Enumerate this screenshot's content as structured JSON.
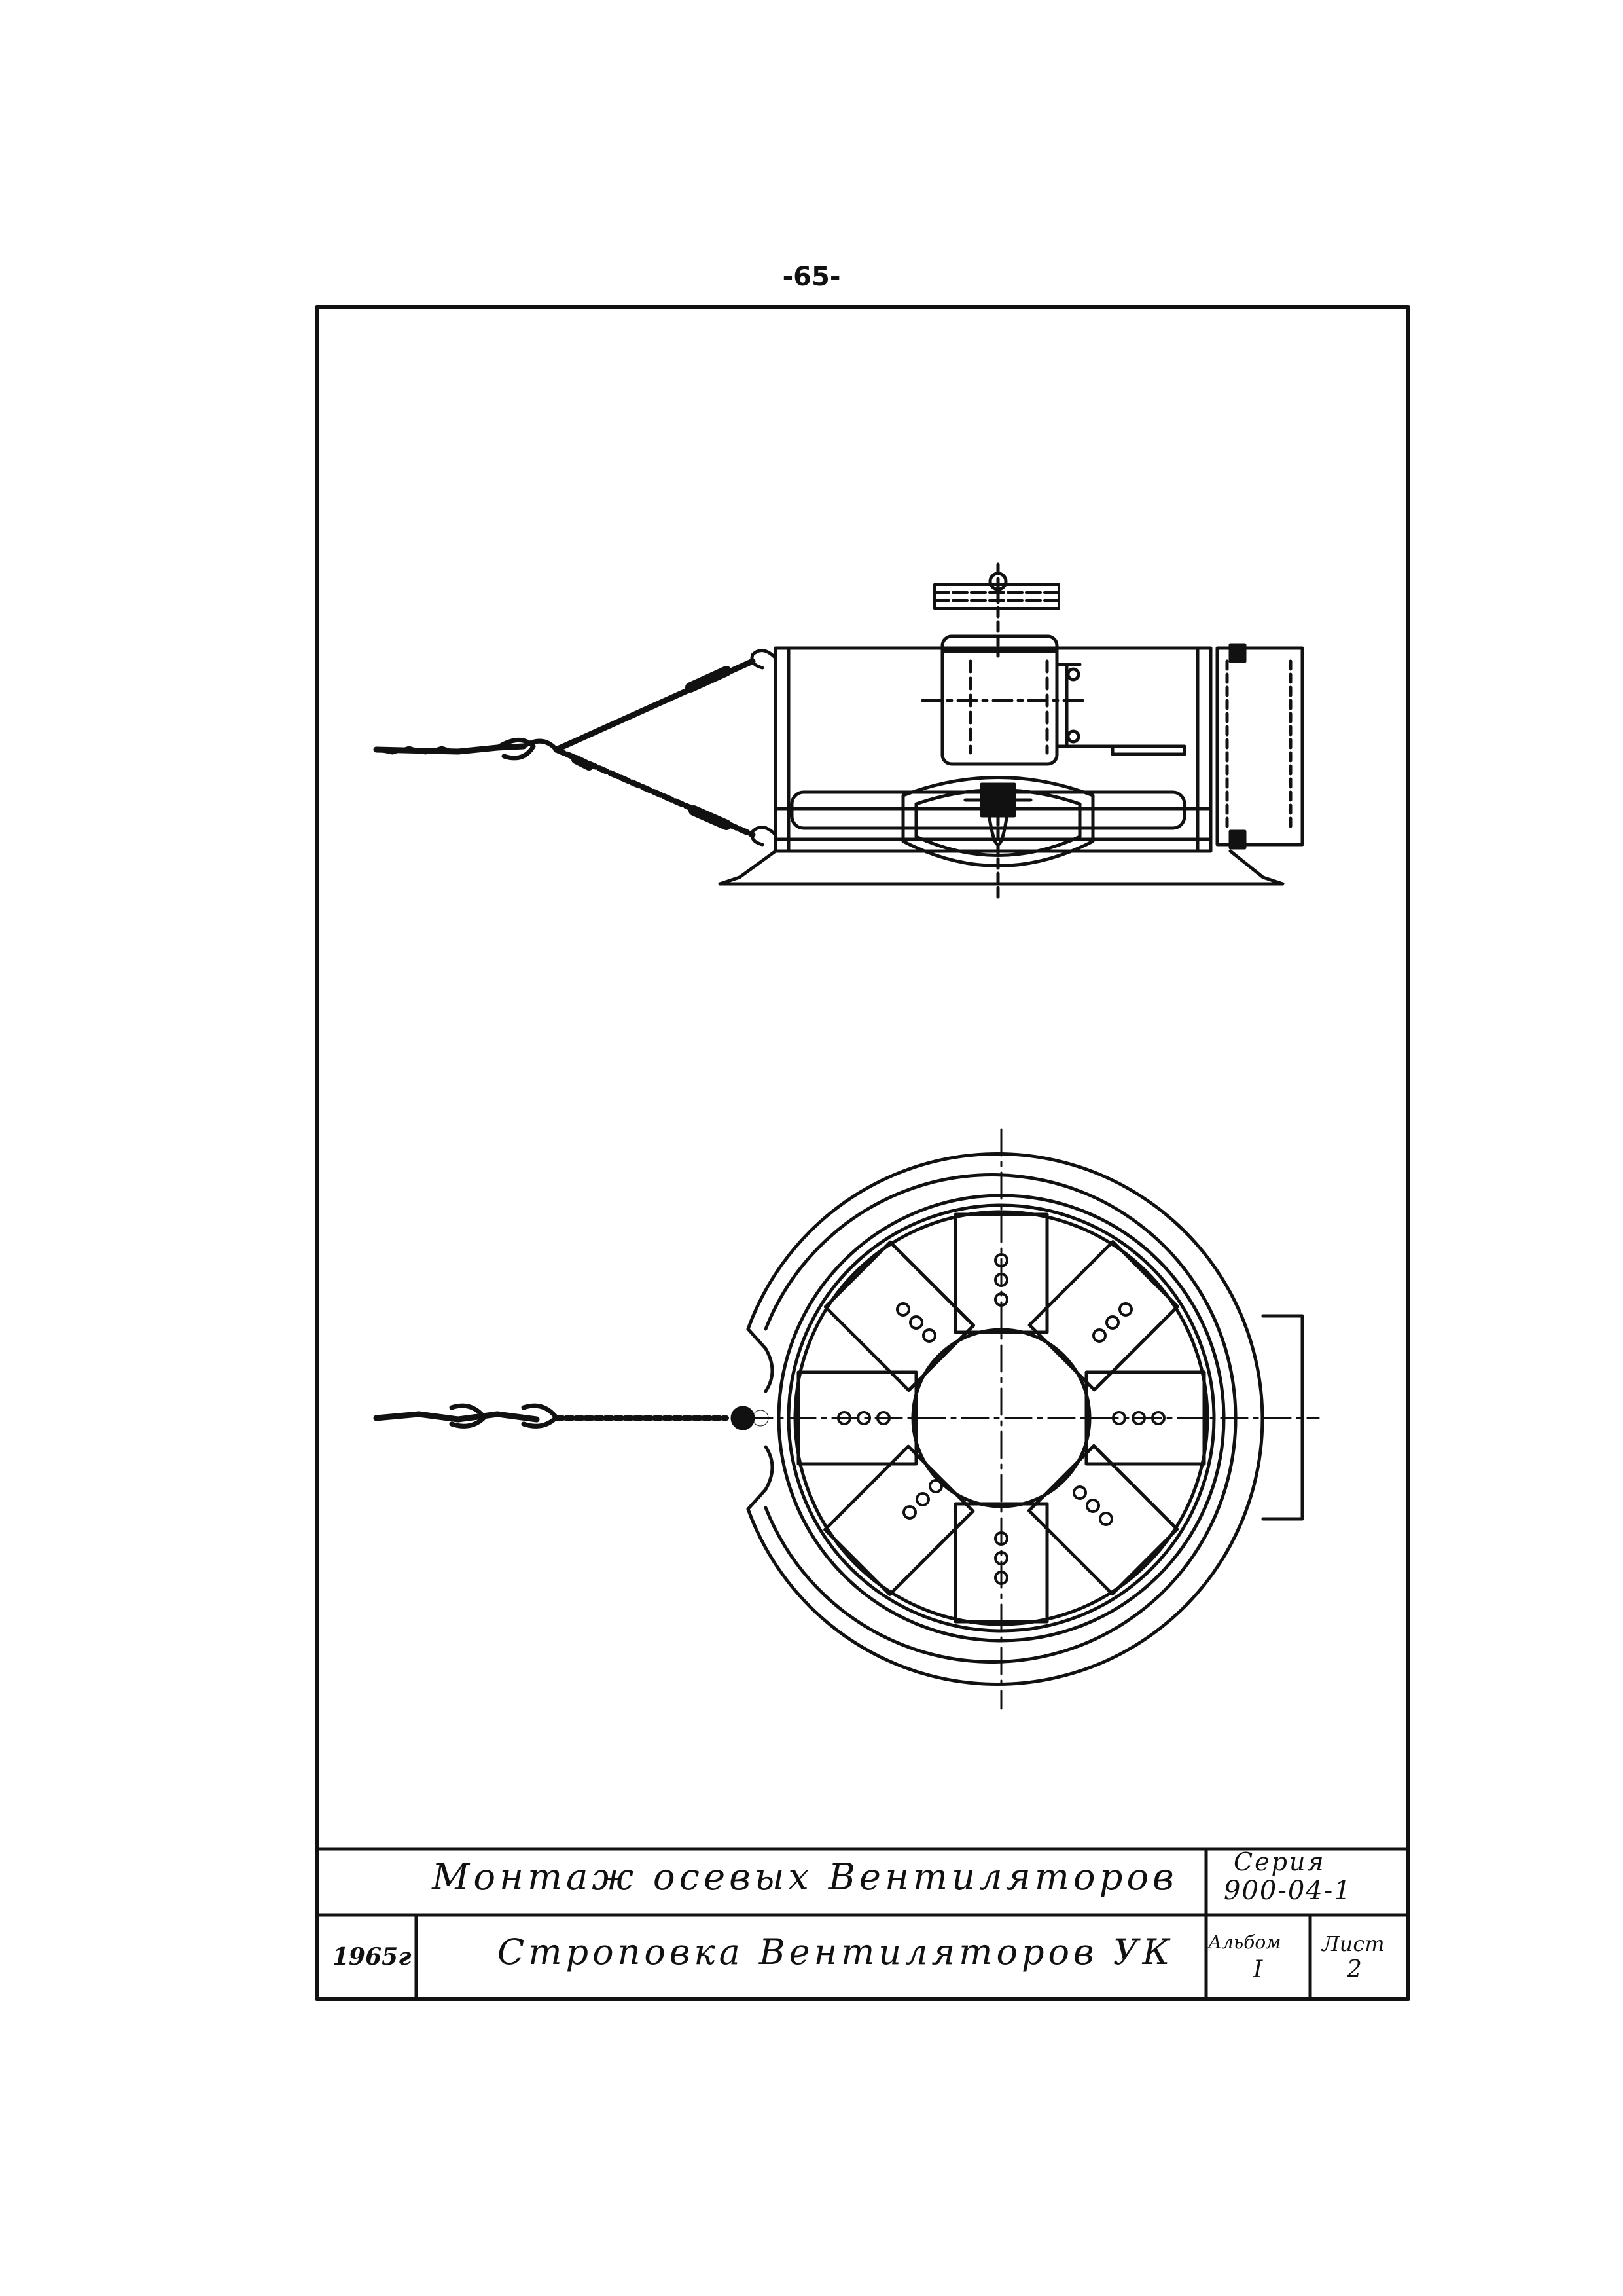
{
  "page_number": "-65-",
  "title_block": {
    "title": "Монтаж осевых Вентиляторов",
    "subtitle": "Строповка Вентиляторов УК",
    "year": "1965г",
    "series_label": "Серия",
    "series_value": "900-04-1",
    "album_label": "Альбом",
    "album_value": "I",
    "sheet_label": "Лист",
    "sheet_value": "2"
  }
}
